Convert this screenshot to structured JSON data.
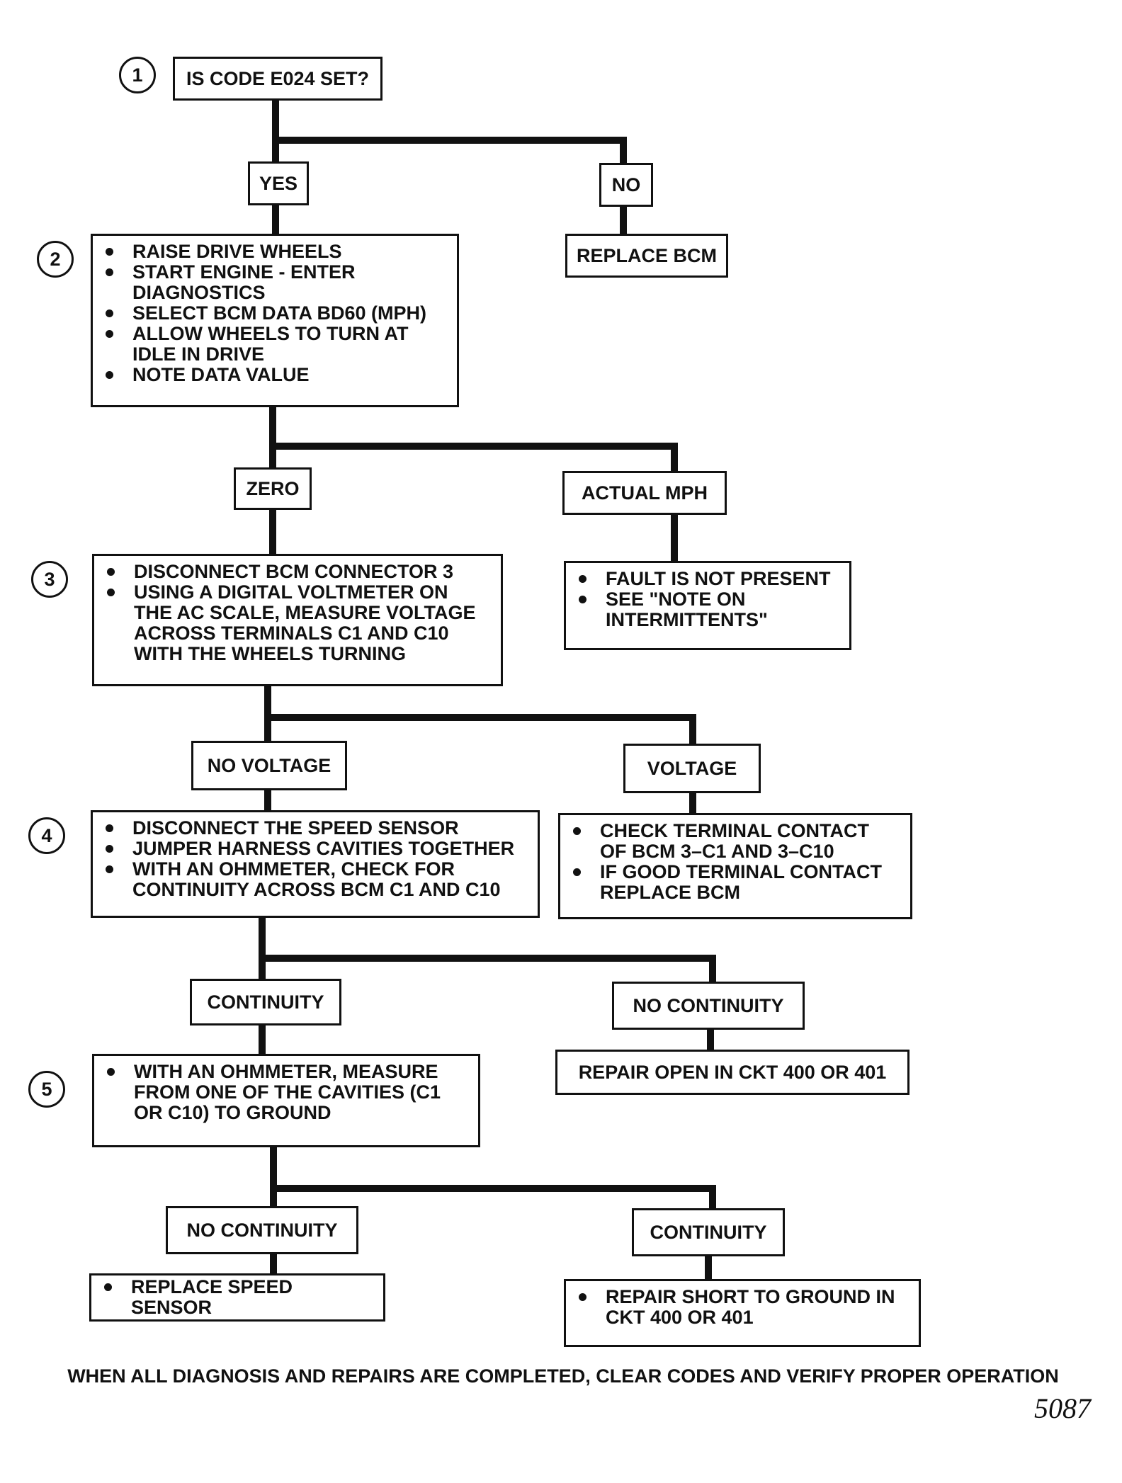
{
  "steps": [
    "1",
    "2",
    "3",
    "4",
    "5"
  ],
  "question": "IS CODE E024 SET?",
  "branch1": {
    "yes": "YES",
    "no": "NO",
    "no_action": "REPLACE BCM"
  },
  "step2": {
    "items": [
      "RAISE DRIVE WHEELS",
      "START ENGINE - ENTER DIAGNOSTICS",
      "SELECT BCM DATA BD60 (MPH)",
      "ALLOW WHEELS TO TURN AT IDLE IN DRIVE",
      "NOTE DATA VALUE"
    ]
  },
  "branch2": {
    "left": "ZERO",
    "right": "ACTUAL MPH",
    "right_items": [
      "FAULT IS NOT PRESENT",
      "SEE \"NOTE ON INTERMITTENTS\""
    ]
  },
  "step3": {
    "items": [
      "DISCONNECT BCM CONNECTOR 3",
      "USING A DIGITAL VOLTMETER ON THE AC SCALE, MEASURE VOLTAGE ACROSS TERMINALS C1 AND C10 WITH THE WHEELS TURNING"
    ]
  },
  "branch3": {
    "left": "NO VOLTAGE",
    "right": "VOLTAGE",
    "right_items": [
      "CHECK TERMINAL CONTACT OF BCM 3–C1 AND 3–C10",
      "IF GOOD TERMINAL CONTACT REPLACE BCM"
    ]
  },
  "step4": {
    "items": [
      "DISCONNECT THE SPEED SENSOR",
      "JUMPER HARNESS CAVITIES TOGETHER",
      "WITH AN OHMMETER, CHECK FOR CONTINUITY ACROSS BCM C1 AND C10"
    ]
  },
  "branch4": {
    "left": "CONTINUITY",
    "right": "NO CONTINUITY",
    "right_action": "REPAIR OPEN IN CKT 400 OR 401"
  },
  "step5": {
    "items": [
      "WITH AN OHMMETER, MEASURE FROM ONE OF THE CAVITIES (C1 OR C10) TO GROUND"
    ]
  },
  "branch5": {
    "left": "NO CONTINUITY",
    "right": "CONTINUITY",
    "left_items": [
      "REPLACE SPEED SENSOR"
    ],
    "right_items": [
      "REPAIR SHORT TO GROUND IN CKT 400 OR 401"
    ]
  },
  "footer": "WHEN ALL DIAGNOSIS AND REPAIRS ARE COMPLETED, CLEAR CODES AND VERIFY PROPER OPERATION",
  "figure_number": "5087"
}
